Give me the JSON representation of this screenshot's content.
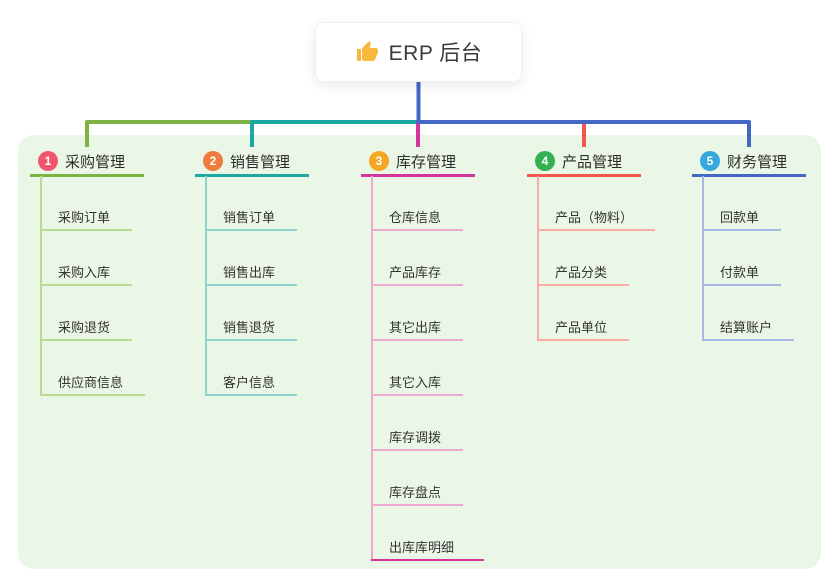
{
  "root": {
    "label": "ERP 后台",
    "icon": "thumbs-up-icon"
  },
  "colors": {
    "page_bg": "#ffffff",
    "panel_bg": "#ebf7e6",
    "root_connector": "#4466c4",
    "text": "#333333"
  },
  "branches": [
    {
      "badge": "1",
      "label": "采购管理",
      "badge_color": "#f0566b",
      "line_color": "#7cb342",
      "child_line_color": "#b9dc93",
      "children": [
        {
          "label": "采购订单"
        },
        {
          "label": "采购入库"
        },
        {
          "label": "采购退货"
        },
        {
          "label": "供应商信息"
        }
      ]
    },
    {
      "badge": "2",
      "label": "销售管理",
      "badge_color": "#f07b3f",
      "line_color": "#1ca8a2",
      "child_line_color": "#90d2cc",
      "children": [
        {
          "label": "销售订单"
        },
        {
          "label": "销售出库"
        },
        {
          "label": "销售退货"
        },
        {
          "label": "客户信息"
        }
      ]
    },
    {
      "badge": "3",
      "label": "库存管理",
      "badge_color": "#f5a623",
      "line_color": "#d4359b",
      "child_line_color": "#efa8d0",
      "children": [
        {
          "label": "仓库信息"
        },
        {
          "label": "产品库存"
        },
        {
          "label": "其它出库"
        },
        {
          "label": "其它入库"
        },
        {
          "label": "库存调拨"
        },
        {
          "label": "库存盘点"
        },
        {
          "label": "出库库明细",
          "highlighted": true
        }
      ]
    },
    {
      "badge": "4",
      "label": "产品管理",
      "badge_color": "#33b152",
      "line_color": "#f2564d",
      "child_line_color": "#f9aba4",
      "children": [
        {
          "label": "产品（物料）"
        },
        {
          "label": "产品分类"
        },
        {
          "label": "产品单位"
        }
      ]
    },
    {
      "badge": "5",
      "label": "财务管理",
      "badge_color": "#35a9dc",
      "line_color": "#4466c4",
      "child_line_color": "#a6b7e3",
      "children": [
        {
          "label": "回款单"
        },
        {
          "label": "付款单"
        },
        {
          "label": "结算账户"
        }
      ]
    }
  ]
}
